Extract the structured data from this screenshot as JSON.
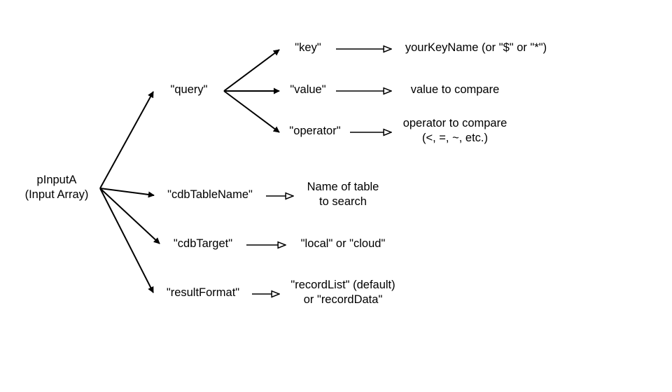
{
  "root": {
    "line1": "pInputA",
    "line2": "(Input Array)"
  },
  "keys": {
    "query": "\"query\"",
    "cdb_table_name": "\"cdbTableName\"",
    "cdb_target": "\"cdbTarget\"",
    "result_format": "\"resultFormat\""
  },
  "query_keys": {
    "key": "\"key\"",
    "value": "\"value\"",
    "operator": "\"operator\""
  },
  "descriptions": {
    "key": "yourKeyName (or \"$\" or \"*\")",
    "value": "value to compare",
    "operator_line1": "operator to compare",
    "operator_line2": "(<, =, ~, etc.)",
    "cdb_table_name_line1": "Name of table",
    "cdb_table_name_line2": "to search",
    "cdb_target": "\"local\" or \"cloud\"",
    "result_format_line1": "\"recordList\" (default)",
    "result_format_line2": "or \"recordData\""
  }
}
